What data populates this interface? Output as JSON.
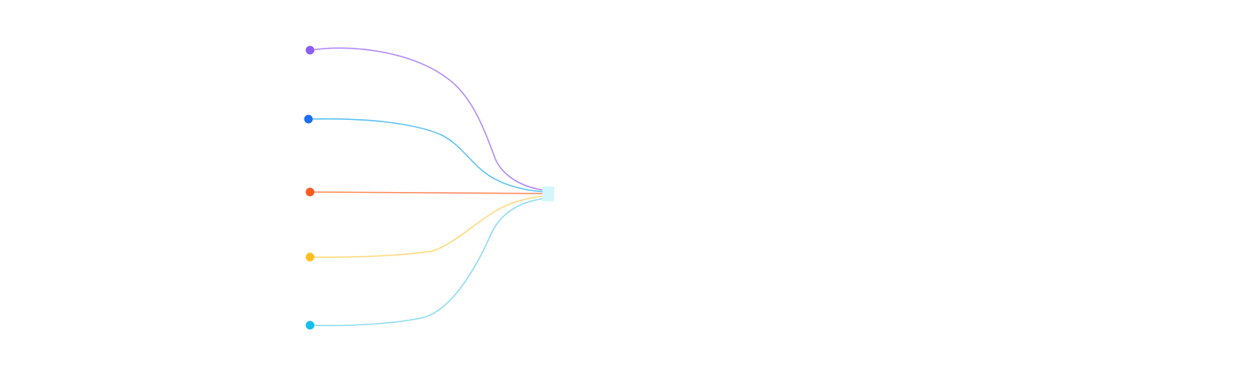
{
  "diagram": {
    "type": "fan-in-flow",
    "background": "#ffffff",
    "hub": {
      "name": "hub-node",
      "color": "#d3f6fb"
    },
    "sources": [
      {
        "name": "source-node-purple",
        "color": "#8b5cf6",
        "edge_color": "#b28bfb"
      },
      {
        "name": "source-node-blue",
        "color": "#1d6ff2",
        "edge_color": "#5cc3f5"
      },
      {
        "name": "source-node-orange",
        "color": "#ff5a1f",
        "edge_color": "#ff8a5c"
      },
      {
        "name": "source-node-yellow",
        "color": "#ffbf1f",
        "edge_color": "#ffd97a"
      },
      {
        "name": "source-node-cyan",
        "color": "#12bff0",
        "edge_color": "#8fdcf4"
      }
    ]
  }
}
